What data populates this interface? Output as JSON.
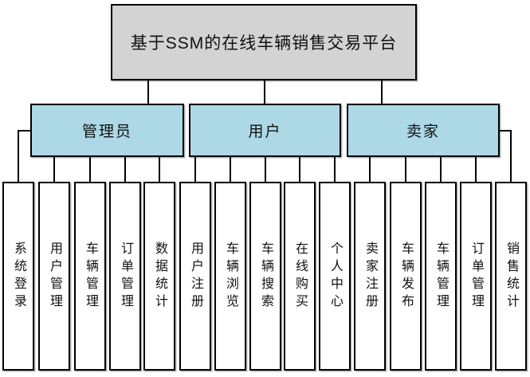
{
  "diagram": {
    "title": "基于SSM的在线车辆销售交易平台",
    "groups": [
      {
        "label": "管理员",
        "children": [
          "系统登录",
          "用户管理",
          "车辆管理",
          "订单管理",
          "数据统计"
        ]
      },
      {
        "label": "用户",
        "children": [
          "用户注册",
          "车辆浏览",
          "车辆搜索",
          "在线购买",
          "个人中心"
        ]
      },
      {
        "label": "卖家",
        "children": [
          "卖家注册",
          "车辆发布",
          "车辆管理",
          "订单管理",
          "销售统计"
        ]
      }
    ]
  },
  "colors": {
    "title_fill": "#d3d3d3",
    "branch_fill": "#add8e6",
    "leaf_fill": "#ffffff",
    "line_color": "#000000"
  }
}
